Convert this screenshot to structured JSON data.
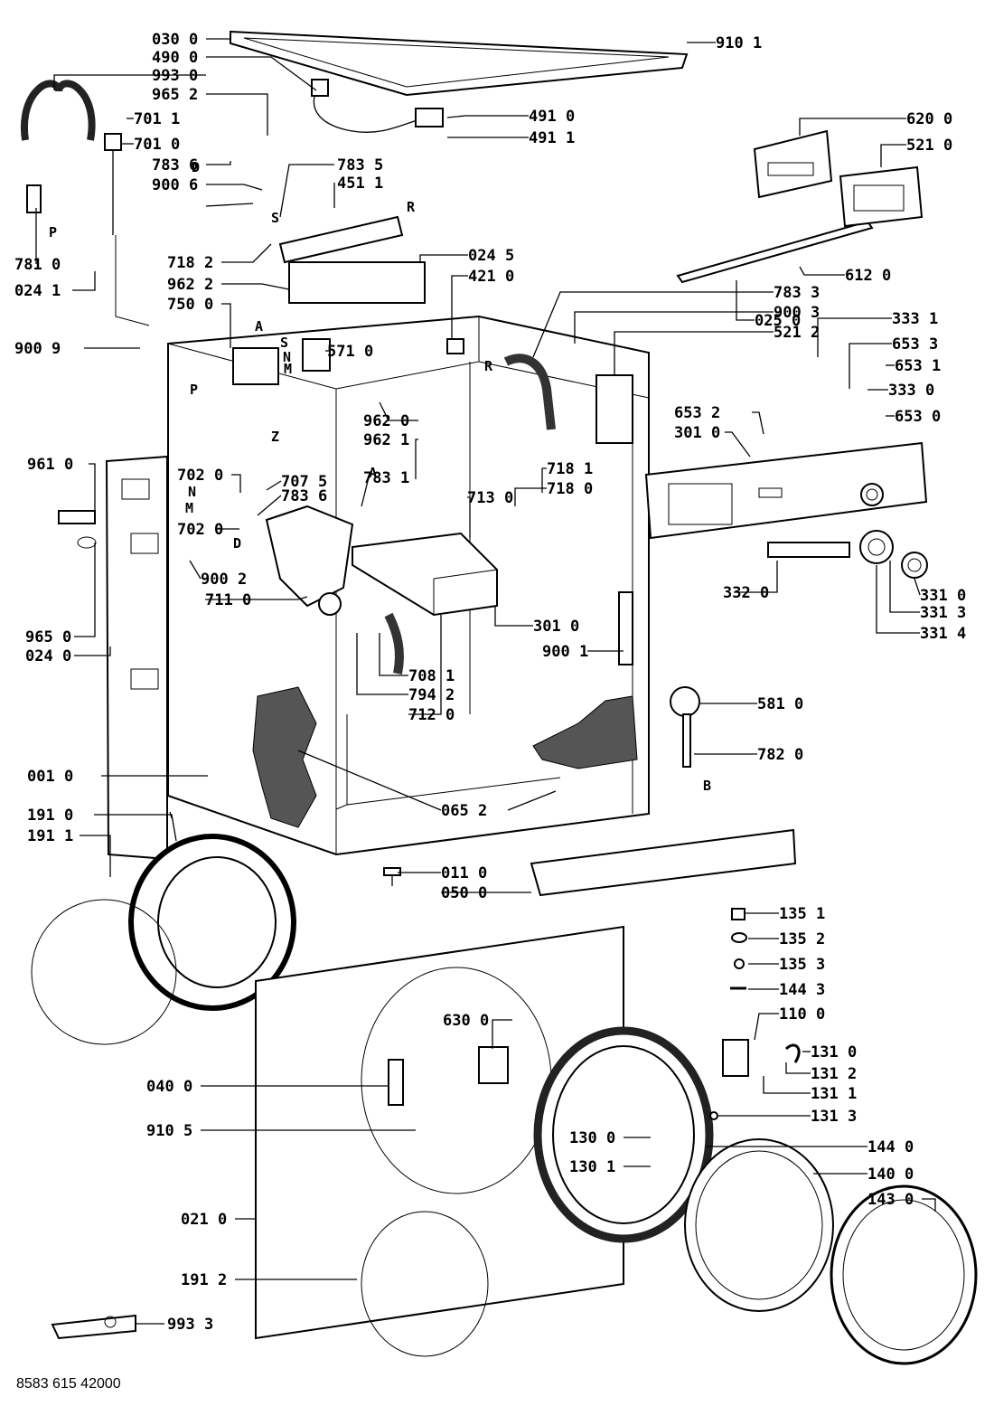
{
  "reference_code": "8583 615 42000",
  "part_labels": [
    {
      "text": "030 0"
    },
    {
      "text": "490 0"
    },
    {
      "text": "993 0"
    },
    {
      "text": "965 2"
    },
    {
      "text": "701 1"
    },
    {
      "text": "701 0"
    },
    {
      "text": "783 6"
    },
    {
      "text": "900 6"
    },
    {
      "text": "783 5"
    },
    {
      "text": "451 1"
    },
    {
      "text": "781 0"
    },
    {
      "text": "024 1"
    },
    {
      "text": "718 2"
    },
    {
      "text": "962 2"
    },
    {
      "text": "750 0"
    },
    {
      "text": "900 9"
    },
    {
      "text": "961 0"
    },
    {
      "text": "702 0"
    },
    {
      "text": "707 5"
    },
    {
      "text": "783 6"
    },
    {
      "text": "702 0"
    },
    {
      "text": "900 2"
    },
    {
      "text": "711 0"
    },
    {
      "text": "965 0"
    },
    {
      "text": "024 0"
    },
    {
      "text": "001 0"
    },
    {
      "text": "191 0"
    },
    {
      "text": "191 1"
    },
    {
      "text": "040 0"
    },
    {
      "text": "910 5"
    },
    {
      "text": "021 0"
    },
    {
      "text": "191 2"
    },
    {
      "text": "993 3"
    },
    {
      "text": "910 1"
    },
    {
      "text": "491 0"
    },
    {
      "text": "491 1"
    },
    {
      "text": "620 0"
    },
    {
      "text": "521 0"
    },
    {
      "text": "024 5"
    },
    {
      "text": "421 0"
    },
    {
      "text": "612 0"
    },
    {
      "text": "025 0"
    },
    {
      "text": "783 3"
    },
    {
      "text": "900 3"
    },
    {
      "text": "521 2"
    },
    {
      "text": "571 0"
    },
    {
      "text": "333 1"
    },
    {
      "text": "653 3"
    },
    {
      "text": "653 1"
    },
    {
      "text": "333 0"
    },
    {
      "text": "653 2"
    },
    {
      "text": "653 0"
    },
    {
      "text": "301 0"
    },
    {
      "text": "962 0"
    },
    {
      "text": "962 1"
    },
    {
      "text": "783 1"
    },
    {
      "text": "718 1"
    },
    {
      "text": "718 0"
    },
    {
      "text": "713 0"
    },
    {
      "text": "332 0"
    },
    {
      "text": "331 0"
    },
    {
      "text": "331 3"
    },
    {
      "text": "331 4"
    },
    {
      "text": "301 0"
    },
    {
      "text": "900 1"
    },
    {
      "text": "708 1"
    },
    {
      "text": "794 2"
    },
    {
      "text": "712 0"
    },
    {
      "text": "581 0"
    },
    {
      "text": "782 0"
    },
    {
      "text": "065 2"
    },
    {
      "text": "011 0"
    },
    {
      "text": "050 0"
    },
    {
      "text": "135 1"
    },
    {
      "text": "135 2"
    },
    {
      "text": "135 3"
    },
    {
      "text": "144 3"
    },
    {
      "text": "110 0"
    },
    {
      "text": "630 0"
    },
    {
      "text": "131 0"
    },
    {
      "text": "131 2"
    },
    {
      "text": "131 1"
    },
    {
      "text": "131 3"
    },
    {
      "text": "130 0"
    },
    {
      "text": "144 0"
    },
    {
      "text": "130 1"
    },
    {
      "text": "140 0"
    },
    {
      "text": "143 0"
    }
  ],
  "letter_markers": [
    {
      "text": "D"
    },
    {
      "text": "S"
    },
    {
      "text": "P"
    },
    {
      "text": "R"
    },
    {
      "text": "A"
    },
    {
      "text": "S"
    },
    {
      "text": "N"
    },
    {
      "text": "M"
    },
    {
      "text": "P"
    },
    {
      "text": "Z"
    },
    {
      "text": "A"
    },
    {
      "text": "N"
    },
    {
      "text": "M"
    },
    {
      "text": "D"
    },
    {
      "text": "R"
    },
    {
      "text": "B"
    }
  ]
}
